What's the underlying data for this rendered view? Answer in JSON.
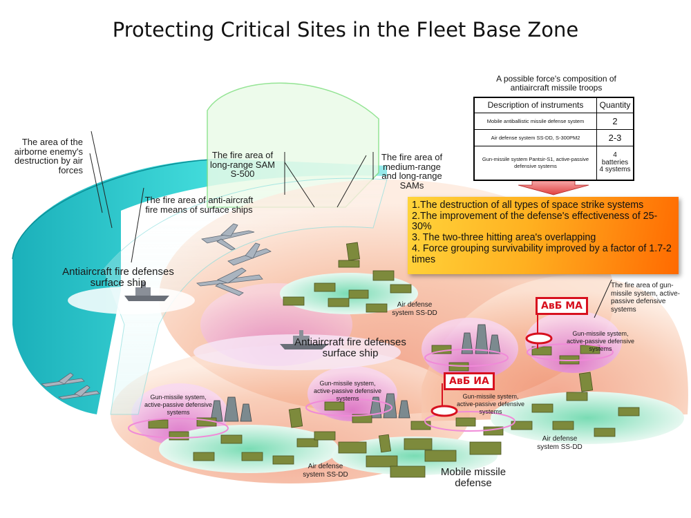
{
  "title": "Protecting Critical Sites in the Fleet Base Zone",
  "labels": {
    "airborne_destruction": "The area of the airborne enemy's destruction by air forces",
    "long_range_sam": "The fire area of long-range SAM S-500",
    "medium_long_sams": "The fire area of medium-range and long-range SAMs",
    "surface_ships_fire": "The fire area of anti-aircraft fire means of surface ships",
    "aa_ship_1": "Antiaircraft fire defenses surface ship",
    "aa_ship_2": "Antiaircraft fire defenses surface ship",
    "air_defense_1": "Air defense system SS-DD",
    "air_defense_2": "Air defense system SS-DD",
    "air_defense_3": "Air defense system SS-DD",
    "gun_missile_area": "The fire area of gun-missile system, active-passive defensive systems",
    "gun_missile_1": "Gun-missile system, active-passive defensive systems",
    "gun_missile_2": "Gun-missile system, active-passive defensive systems",
    "gun_missile_3": "Gun-missile system, active-passive defensive systems",
    "gun_missile_4": "Gun-missile system, active-passive defensive systems",
    "mobile_missile": "Mobile missile defense"
  },
  "flags": {
    "avb_ma": "АвБ МА",
    "avb_ia": "АвБ ИА"
  },
  "force_table": {
    "title": "A possible force's composition of antiaircraft missile troops",
    "header_desc": "Description of instruments",
    "header_qty": "Quantity",
    "rows": [
      {
        "desc": "Mobile antiballistic missile defense system",
        "qty": "2"
      },
      {
        "desc": "Air defense system SS-DD, S-300PM2",
        "qty": "2-3"
      },
      {
        "desc": "Gun-missile system Pantsir-S1, active-passive defensive systems",
        "qty": "4 batteries\n4  systems"
      }
    ]
  },
  "effects": [
    "1.The destruction of all types of space strike systems",
    "2.The improvement of the defense's effectiveness of 25-30%",
    "3. The two-three hitting area's overlapping",
    "4. Force grouping survivability improved by a factor of 1.7-2 times"
  ],
  "colors": {
    "teal_zone": "#18c4c8",
    "green_outline": "#7ee07e",
    "peach_dome": "#f3a98a",
    "pink_dome": "#e79be0",
    "flag_red": "#d7101e"
  }
}
